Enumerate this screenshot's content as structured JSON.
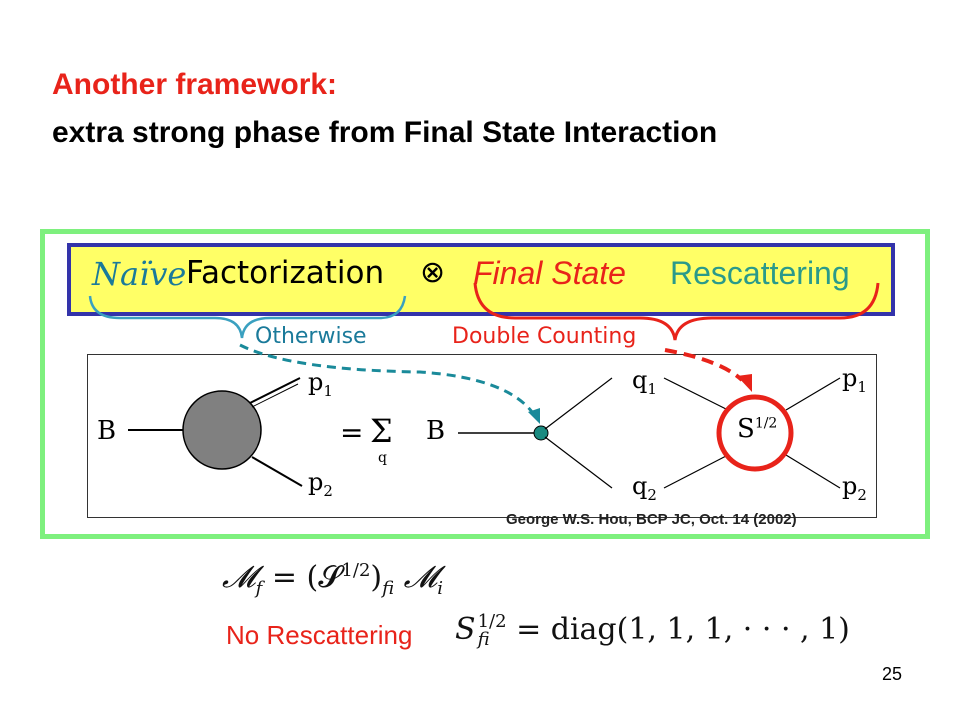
{
  "slide": {
    "title_line1": "Another framework:",
    "title_line2": "extra strong phase from Final State Interaction",
    "page_number": "25"
  },
  "banner": {
    "naive": "Naïve",
    "factorization": "Factorization",
    "otimes": "⊗",
    "final_state": "Final State",
    "rescattering": "Rescattering"
  },
  "braces": {
    "otherwise": "Otherwise",
    "double_counting": "Double Counting"
  },
  "diagram": {
    "B_left": "B",
    "p1_left": "p",
    "p1_left_sub": "1",
    "p2_left": "p",
    "p2_left_sub": "2",
    "equals": "=",
    "sum": "Σ",
    "sum_sub": "q",
    "B_right": "B",
    "q1": "q",
    "q1_sub": "1",
    "q2": "q",
    "q2_sub": "2",
    "S": "S",
    "S_sup": "1/2",
    "p1_right": "p",
    "p1_right_sub": "1",
    "p2_right": "p",
    "p2_right_sub": "2"
  },
  "credit": "George W.S. Hou, BCP JC, Oct. 14 (2002)",
  "equations": {
    "eq1": "𝓜f = (𝓢1/2)fi 𝓜i",
    "eq1_lhs": "𝓜",
    "eq1_lhs_sub": "f",
    "eq1_mid": " = (𝓢",
    "eq1_sup": "1/2",
    "eq1_close": ")",
    "eq1_close_sub": "fi",
    "eq1_rhs": " 𝓜",
    "eq1_rhs_sub": "i",
    "no_rescattering": "No Rescattering",
    "eq2_S": "S",
    "eq2_sup": "1/2",
    "eq2_sub": "fi",
    "eq2_rhs": " = diag(1, 1, 1, · · · , 1)"
  },
  "colors": {
    "red": "#e8231a",
    "teal": "#1a7a9a",
    "green_frame": "#7ef07e",
    "yellow": "#ffff66",
    "blue_border": "#3333aa"
  }
}
